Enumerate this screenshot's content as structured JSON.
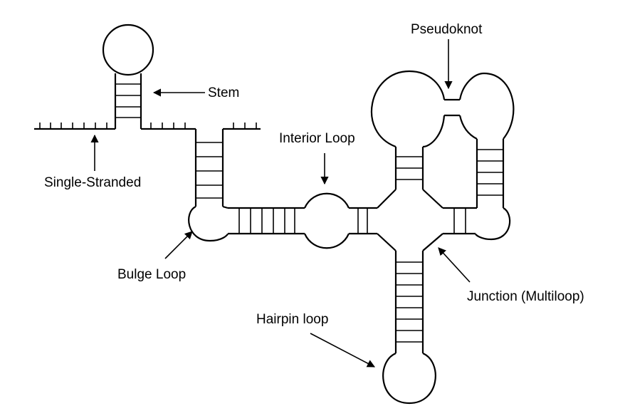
{
  "labels": {
    "stem": "Stem",
    "single_stranded": "Single-Stranded",
    "bulge_loop": "Bulge Loop",
    "interior_loop": "Interior Loop",
    "pseudoknot": "Pseudoknot",
    "junction": "Junction (Multiloop)",
    "hairpin_loop": "Hairpin loop"
  }
}
